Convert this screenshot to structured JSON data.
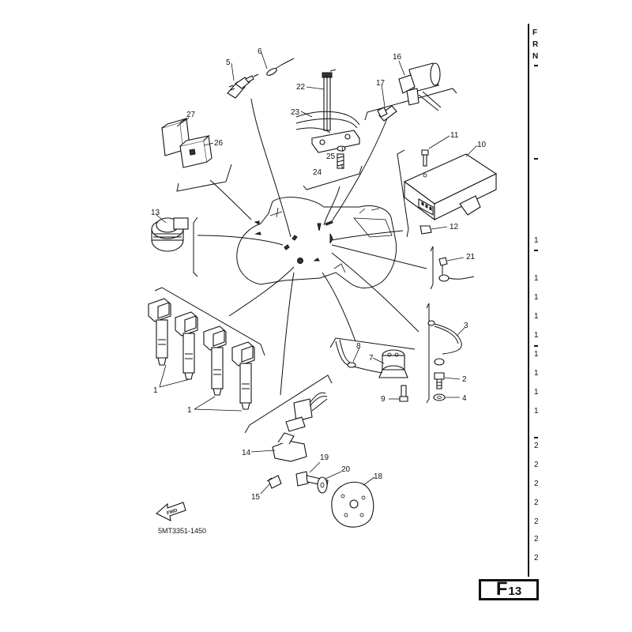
{
  "callouts": {
    "p1a": "1",
    "p1b": "1",
    "p2": "2",
    "p3": "3",
    "p4": "4",
    "p5": "5",
    "p6": "6",
    "p7": "7",
    "p8": "8",
    "p9": "9",
    "p10": "10",
    "p11": "11",
    "p12": "12",
    "p13": "13",
    "p14": "14",
    "p15": "15",
    "p16": "16",
    "p17": "17",
    "p18": "18",
    "p19": "19",
    "p20": "20",
    "p21": "21",
    "p22": "22",
    "p23": "23",
    "p24": "24",
    "p25": "25",
    "p26": "26",
    "p27": "27"
  },
  "fwd_label": "FWD",
  "diagram_code": "5MT3351-1450",
  "side_headers": [
    "F",
    "R",
    "N"
  ],
  "side_numbers": [
    "1",
    "1",
    "1",
    "1",
    "1",
    "1",
    "1",
    "1",
    "1",
    "2",
    "2",
    "2",
    "2",
    "2",
    "2",
    "2"
  ],
  "page_plate": {
    "letter": "F",
    "number": "13"
  }
}
